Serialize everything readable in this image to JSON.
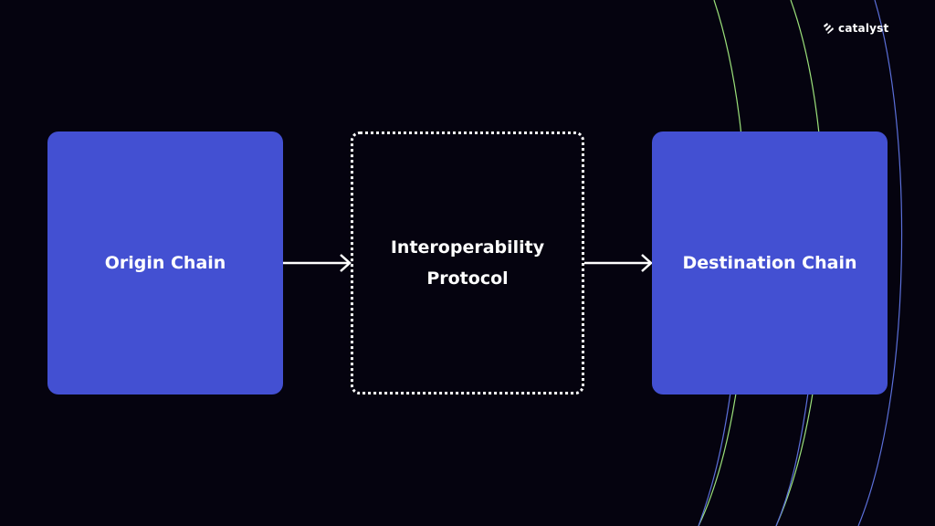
{
  "brand": {
    "logo_text": "catalyst"
  },
  "diagram": {
    "origin_label": "Origin Chain",
    "protocol_label": "Interoperability\nProtocol",
    "destination_label": "Destination Chain"
  },
  "colors": {
    "background": "#05030f",
    "box_fill": "#4350d2",
    "arc_green": "#9be07a",
    "arc_blue": "#5b6fd9",
    "text": "#ffffff"
  }
}
